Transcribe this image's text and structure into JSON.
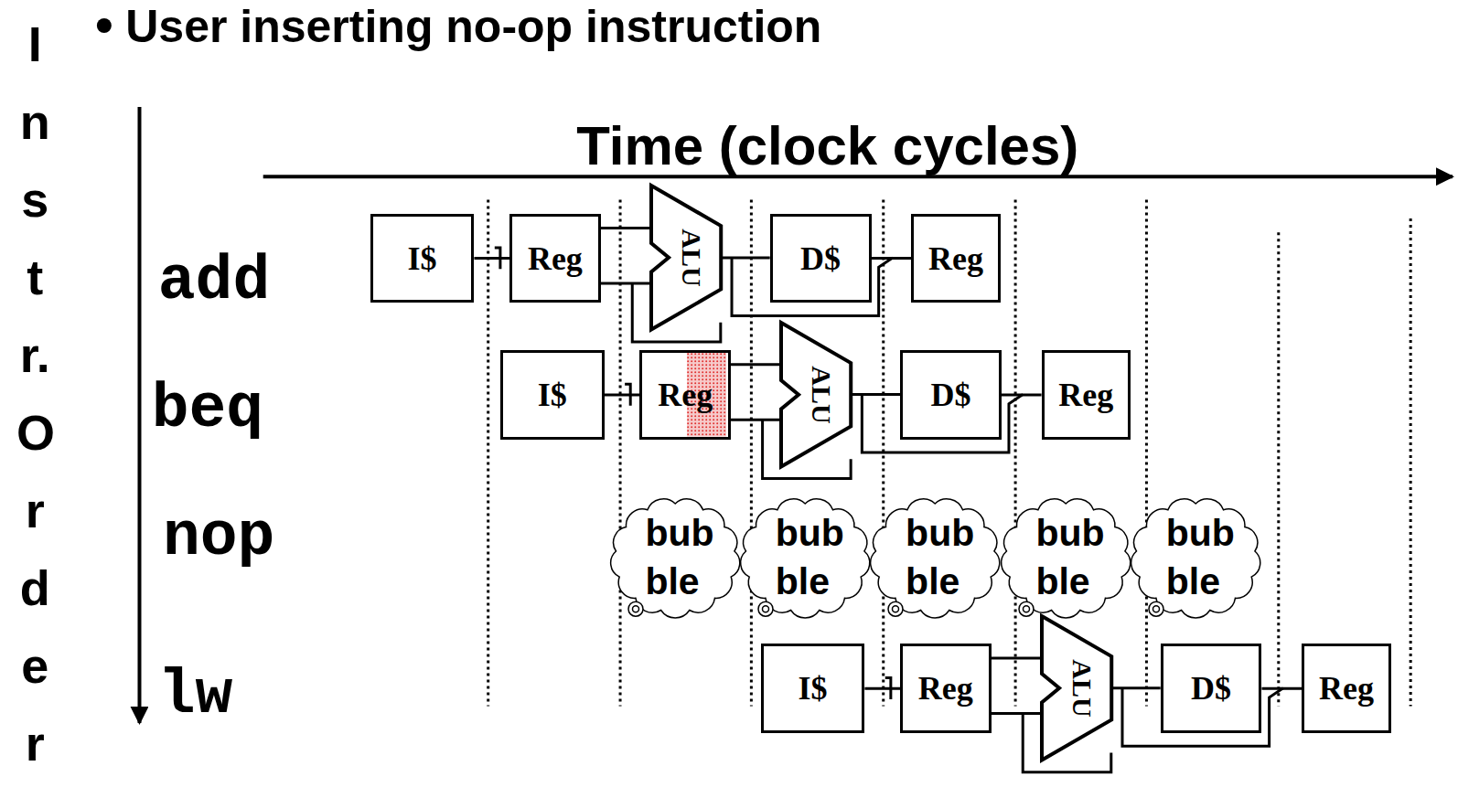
{
  "diagram": {
    "title": "User inserting no-op instruction",
    "nodes": [
      {
        "text": [
          "I$"
        ]
      },
      {
        "text": [
          "Reg"
        ]
      },
      {
        "text": [
          "ALU"
        ]
      },
      {
        "text": [
          "D$"
        ]
      },
      {
        "text": [
          "Reg"
        ]
      },
      {
        "text": [
          "I$"
        ]
      },
      {
        "text": [
          "Reg"
        ]
      },
      {
        "text": [
          "ALU"
        ]
      },
      {
        "text": [
          "D$"
        ]
      },
      {
        "text": [
          "Reg"
        ]
      },
      {
        "text": [
          "bub ble"
        ]
      },
      {
        "text": [
          "bub ble"
        ]
      },
      {
        "text": [
          "bub ble"
        ]
      },
      {
        "text": [
          "bub ble"
        ]
      },
      {
        "text": [
          "bub ble"
        ]
      },
      {
        "text": [
          "I$"
        ]
      },
      {
        "text": [
          "Reg"
        ]
      },
      {
        "text": [
          "ALU"
        ]
      },
      {
        "text": [
          "D$"
        ]
      },
      {
        "text": [
          "Reg"
        ]
      }
    ],
    "edges": [
      {
        "from": 0,
        "to": 1,
        "arrow": "none"
      },
      {
        "from": 1,
        "to": 2,
        "arrow": "none"
      },
      {
        "from": 2,
        "to": 3,
        "arrow": "none"
      },
      {
        "from": 3,
        "to": 4,
        "arrow": "none"
      },
      {
        "from": 5,
        "to": 6,
        "arrow": "none"
      },
      {
        "from": 6,
        "to": 7,
        "arrow": "none"
      },
      {
        "from": 7,
        "to": 8,
        "arrow": "none"
      },
      {
        "from": 8,
        "to": 9,
        "arrow": "none"
      },
      {
        "from": 15,
        "to": 16,
        "arrow": "none"
      },
      {
        "from": 16,
        "to": 17,
        "arrow": "none"
      },
      {
        "from": 17,
        "to": 18,
        "arrow": "none"
      },
      {
        "from": 18,
        "to": 19,
        "arrow": "none"
      }
    ],
    "labels": [
      "Time (clock cycles)",
      "add",
      "beq",
      "nop",
      "lw",
      "Instr. Order"
    ]
  }
}
